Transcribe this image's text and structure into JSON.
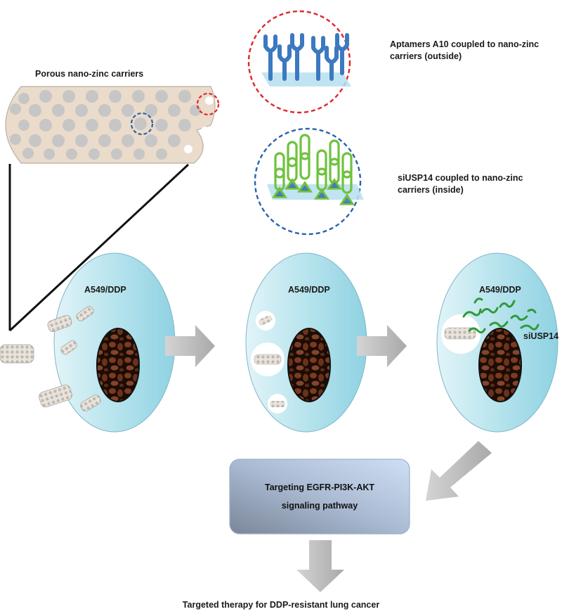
{
  "carrier": {
    "title": "Porous nano-zinc carriers"
  },
  "insets": {
    "outside": {
      "label_line1": "Aptamers A10 coupled to nano-zinc",
      "label_line2": "carriers (outside)",
      "ring_color": "#e0252b"
    },
    "inside": {
      "label_line1": "siUSP14  coupled to nano-zinc",
      "label_line2": "carriers (inside)",
      "ring_color": "#2a62b0"
    }
  },
  "cells": {
    "cell_1": {
      "label": "A549/DDP"
    },
    "cell_2": {
      "label": "A549/DDP"
    },
    "cell_3": {
      "label": "A549/DDP",
      "sirna_label": "siUSP14"
    }
  },
  "pathway": {
    "line1": "Targeting EGFR-PI3K-AKT",
    "line2": "signaling pathway"
  },
  "outcome": {
    "text": "Targeted therapy for DDP-resistant lung cancer"
  },
  "colors": {
    "carrier_body": "#eadbcb",
    "pore": "#c9c9c9",
    "cell_fill": "#a8dce8",
    "nucleus": "#4a2416",
    "aptamer": "#3c79c0",
    "sirna": "#6fc23e",
    "arrow": "#bdbdbd",
    "pathway_box": "#8fa3be"
  }
}
